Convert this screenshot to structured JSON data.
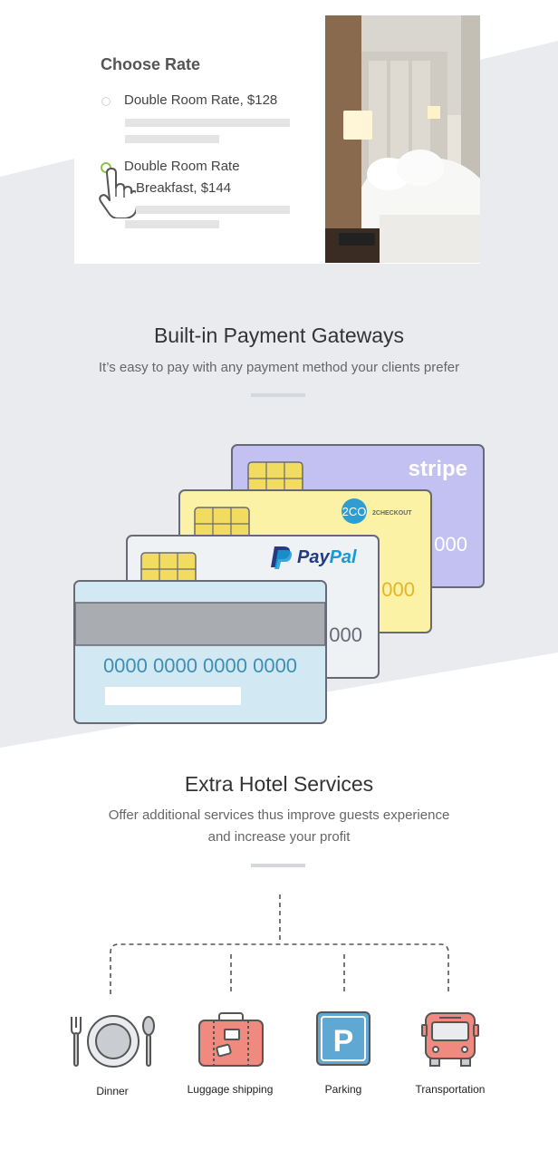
{
  "rate_card": {
    "title": "Choose Rate",
    "options": [
      {
        "label": "Double Room Rate, $128",
        "selected": false
      },
      {
        "label_line1": "Double Room Rate",
        "label_line2": "Breakfast, $144",
        "selected": true
      }
    ],
    "photo_icon": "hotel-room-photo",
    "cursor_icon": "pointer-hand-icon"
  },
  "payment": {
    "title": "Built-in Payment Gateways",
    "subtitle": "It’s easy to pay with any payment method your clients prefer",
    "cards": [
      {
        "brand": "stripe",
        "number_tail": "000",
        "color": "#c3c1f2"
      },
      {
        "brand_badge": "2CO",
        "brand": "2CHECKOUT",
        "number_tail": "000",
        "color": "#fbf2a6"
      },
      {
        "brand_pay": "Pay",
        "brand_pal": "Pal",
        "number_tail": "000",
        "color": "#eef2f5"
      },
      {
        "number": "0000 0000 0000 0000",
        "color": "#d2e8f2"
      }
    ]
  },
  "services": {
    "title": "Extra Hotel Services",
    "subtitle_line1": "Offer additional services thus improve guests experience",
    "subtitle_line2": "and increase your profit",
    "items": [
      {
        "label": "Dinner",
        "icon": "dinner-plate-icon"
      },
      {
        "label": "Luggage shipping",
        "icon": "luggage-icon"
      },
      {
        "label": "Parking",
        "icon": "parking-icon"
      },
      {
        "label": "Transportation",
        "icon": "bus-icon"
      }
    ]
  },
  "colors": {
    "band": "#e9ebee",
    "accent_green": "#8bc34a",
    "card_number_blue": "#3d8fb5",
    "icon_red": "#f08a7e",
    "icon_blue": "#5ea8d3"
  }
}
